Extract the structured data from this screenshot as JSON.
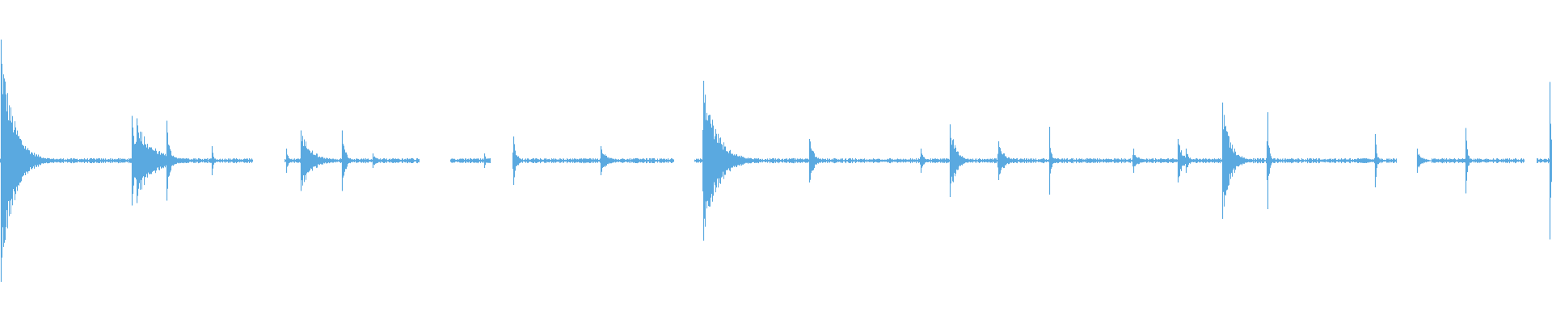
{
  "waveform": {
    "color": "#5aa9e0",
    "background": "#ffffff",
    "duration_units": 1000,
    "baseline_level": 0.015,
    "silent_gaps": [
      [
        163,
        183
      ],
      [
        270,
        290
      ],
      [
        316,
        330
      ],
      [
        434,
        447
      ],
      [
        900,
        922
      ],
      [
        982,
        990
      ]
    ],
    "transients": [
      {
        "t": 0.5,
        "peak": 1.0,
        "decay": 8
      },
      {
        "t": 85,
        "peak": 0.37,
        "decay": 3
      },
      {
        "t": 88,
        "peak": 0.35,
        "decay": 10
      },
      {
        "t": 107.5,
        "peak": 0.33,
        "decay": 2
      },
      {
        "t": 136.5,
        "peak": 0.12,
        "decay": 1
      },
      {
        "t": 184.5,
        "peak": 0.1,
        "decay": 1
      },
      {
        "t": 194,
        "peak": 0.25,
        "decay": 7
      },
      {
        "t": 220.5,
        "peak": 0.25,
        "decay": 2
      },
      {
        "t": 240,
        "peak": 0.06,
        "decay": 3
      },
      {
        "t": 312,
        "peak": 0.06,
        "decay": 1
      },
      {
        "t": 330.5,
        "peak": 0.2,
        "decay": 2
      },
      {
        "t": 387,
        "peak": 0.12,
        "decay": 4
      },
      {
        "t": 453,
        "peak": 0.66,
        "decay": 9
      },
      {
        "t": 468,
        "peak": 0.05,
        "decay": 2
      },
      {
        "t": 521.5,
        "peak": 0.18,
        "decay": 3
      },
      {
        "t": 593,
        "peak": 0.1,
        "decay": 2
      },
      {
        "t": 612,
        "peak": 0.3,
        "decay": 4
      },
      {
        "t": 643,
        "peak": 0.16,
        "decay": 4
      },
      {
        "t": 676,
        "peak": 0.28,
        "decay": 1
      },
      {
        "t": 730,
        "peak": 0.1,
        "decay": 3
      },
      {
        "t": 759,
        "peak": 0.18,
        "decay": 3
      },
      {
        "t": 764,
        "peak": 0.1,
        "decay": 2
      },
      {
        "t": 787.5,
        "peak": 0.48,
        "decay": 5
      },
      {
        "t": 816.5,
        "peak": 0.4,
        "decay": 1
      },
      {
        "t": 886,
        "peak": 0.22,
        "decay": 1
      },
      {
        "t": 913,
        "peak": 0.1,
        "decay": 3
      },
      {
        "t": 944.5,
        "peak": 0.27,
        "decay": 1
      },
      {
        "t": 998.5,
        "peak": 0.65,
        "decay": 1
      }
    ]
  }
}
